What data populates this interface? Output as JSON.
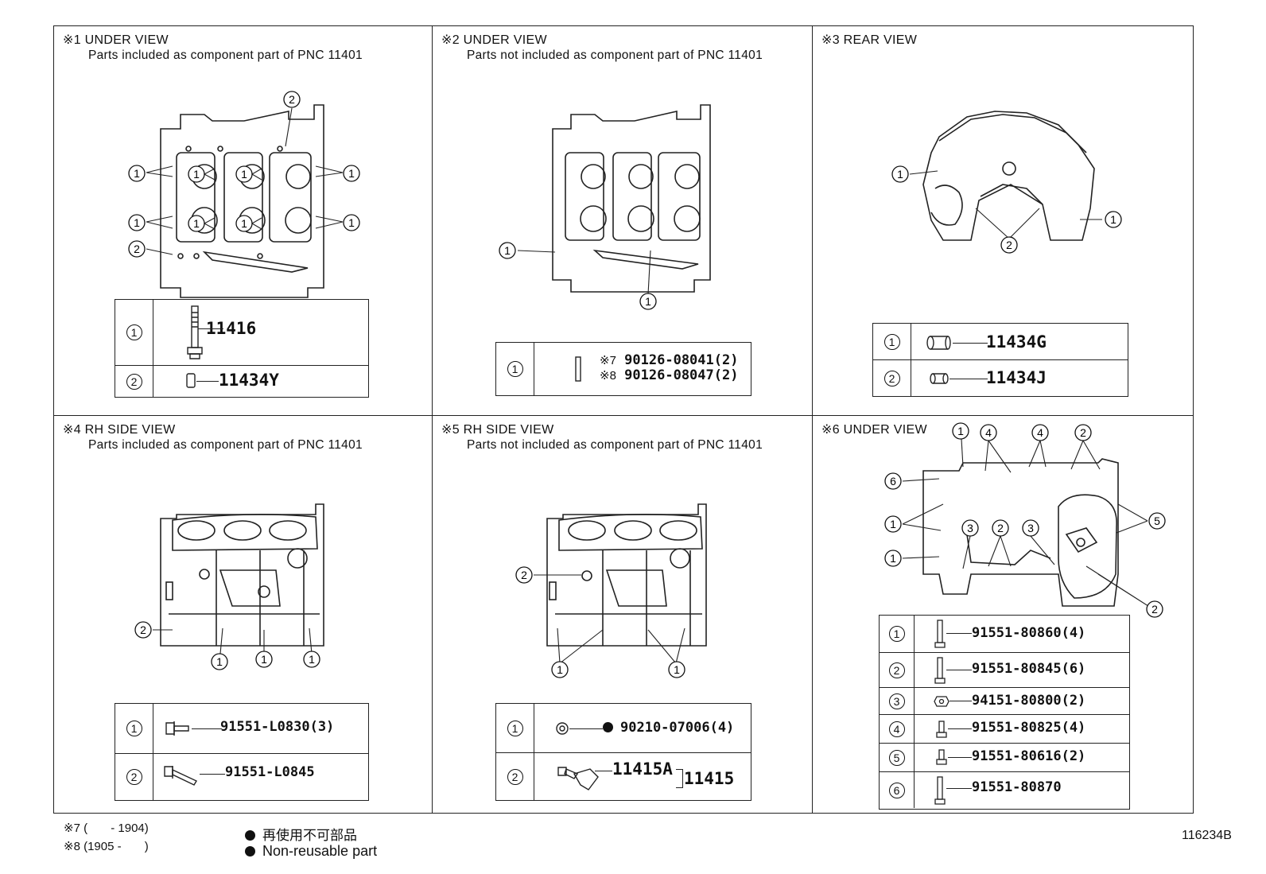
{
  "panels": [
    {
      "title": "※1 UNDER VIEW",
      "subtitle": "Parts included as component part of PNC 11401",
      "parts": [
        {
          "index": "1",
          "number": "11416"
        },
        {
          "index": "2",
          "number": "11434Y"
        }
      ]
    },
    {
      "title": "※2 UNDER VIEW",
      "subtitle": "Parts not included as component part of PNC 11401",
      "parts": [
        {
          "index": "1",
          "ref1": "※7",
          "number1": "90126-08041(2)",
          "ref2": "※8",
          "number2": "90126-08047(2)"
        }
      ]
    },
    {
      "title": "※3 REAR VIEW",
      "subtitle": "",
      "parts": [
        {
          "index": "1",
          "number": "11434G"
        },
        {
          "index": "2",
          "number": "11434J"
        }
      ]
    },
    {
      "title": "※4 RH SIDE VIEW",
      "subtitle": "Parts included as component part of PNC 11401",
      "parts": [
        {
          "index": "1",
          "number": "91551-L0830(3)"
        },
        {
          "index": "2",
          "number": "91551-L0845"
        }
      ]
    },
    {
      "title": "※5 RH SIDE VIEW",
      "subtitle": "Parts not included as component part of PNC 11401",
      "parts": [
        {
          "index": "1",
          "number": "90210-07006(4)"
        },
        {
          "index": "2",
          "number": "11415A",
          "group": "11415"
        }
      ]
    },
    {
      "title": "※6 UNDER VIEW",
      "subtitle": "",
      "parts": [
        {
          "index": "1",
          "number": "91551-80860(4)"
        },
        {
          "index": "2",
          "number": "91551-80845(6)"
        },
        {
          "index": "3",
          "number": "94151-80800(2)"
        },
        {
          "index": "4",
          "number": "91551-80825(4)"
        },
        {
          "index": "5",
          "number": "91551-80616(2)"
        },
        {
          "index": "6",
          "number": "91551-80870"
        }
      ]
    }
  ],
  "footnotes": {
    "note7": "※7 (       - 1904)",
    "note8": "※8 (1905 -       )",
    "legend_ja": "再使用不可部品",
    "legend_en": "Non-reusable part"
  },
  "figure_id": "116234B"
}
